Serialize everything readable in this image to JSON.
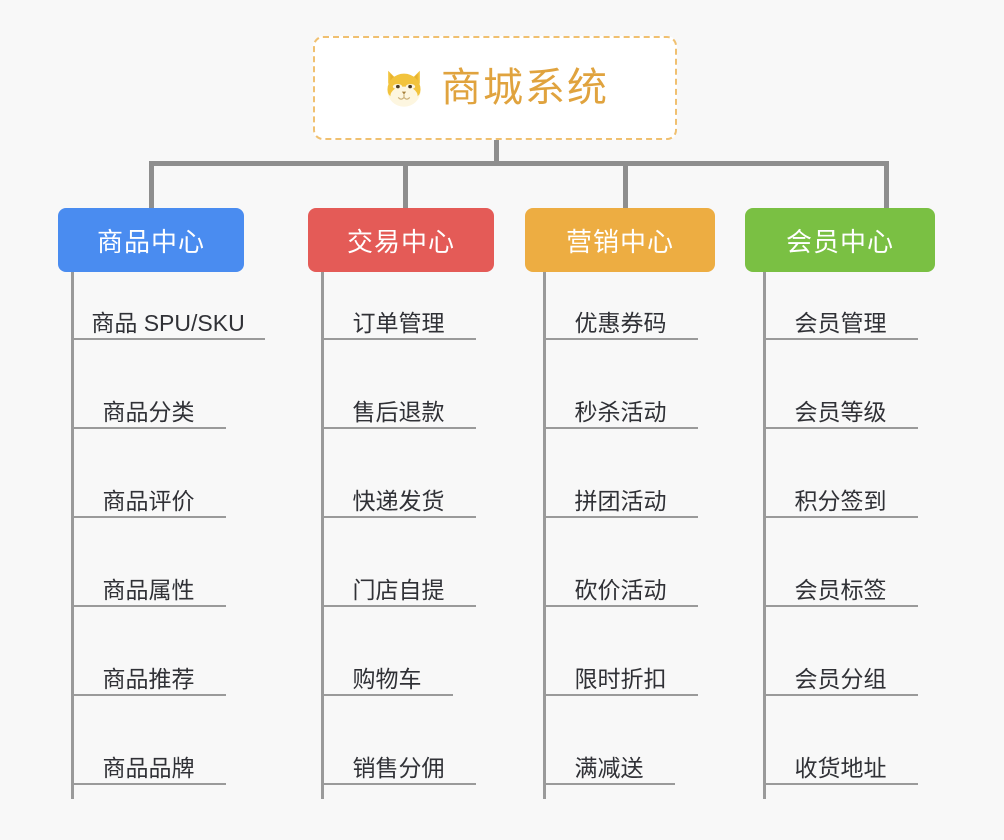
{
  "background_color": "#f8f8f8",
  "root": {
    "title": "商城系统",
    "icon": "dog-face-icon",
    "text_color": "#e0a33e",
    "border_color": "#f0c070",
    "background_color": "#ffffff"
  },
  "connector_color": "#8e8e8e",
  "leaf_line_color": "#9a9a9a",
  "leaf_text_color": "#303136",
  "columns": [
    {
      "label": "商品中心",
      "color": "#4a8cf0",
      "items": [
        "商品 SPU/SKU",
        "商品分类",
        "商品评价",
        "商品属性",
        "商品推荐",
        "商品品牌"
      ]
    },
    {
      "label": "交易中心",
      "color": "#e45b57",
      "items": [
        "订单管理",
        "售后退款",
        "快递发货",
        "门店自提",
        "购物车",
        "销售分佣"
      ]
    },
    {
      "label": "营销中心",
      "color": "#edad42",
      "items": [
        "优惠券码",
        "秒杀活动",
        "拼团活动",
        "砍价活动",
        "限时折扣",
        "满减送"
      ]
    },
    {
      "label": "会员中心",
      "color": "#7ac043",
      "items": [
        "会员管理",
        "会员等级",
        "积分签到",
        "会员标签",
        "会员分组",
        "收货地址"
      ]
    }
  ]
}
